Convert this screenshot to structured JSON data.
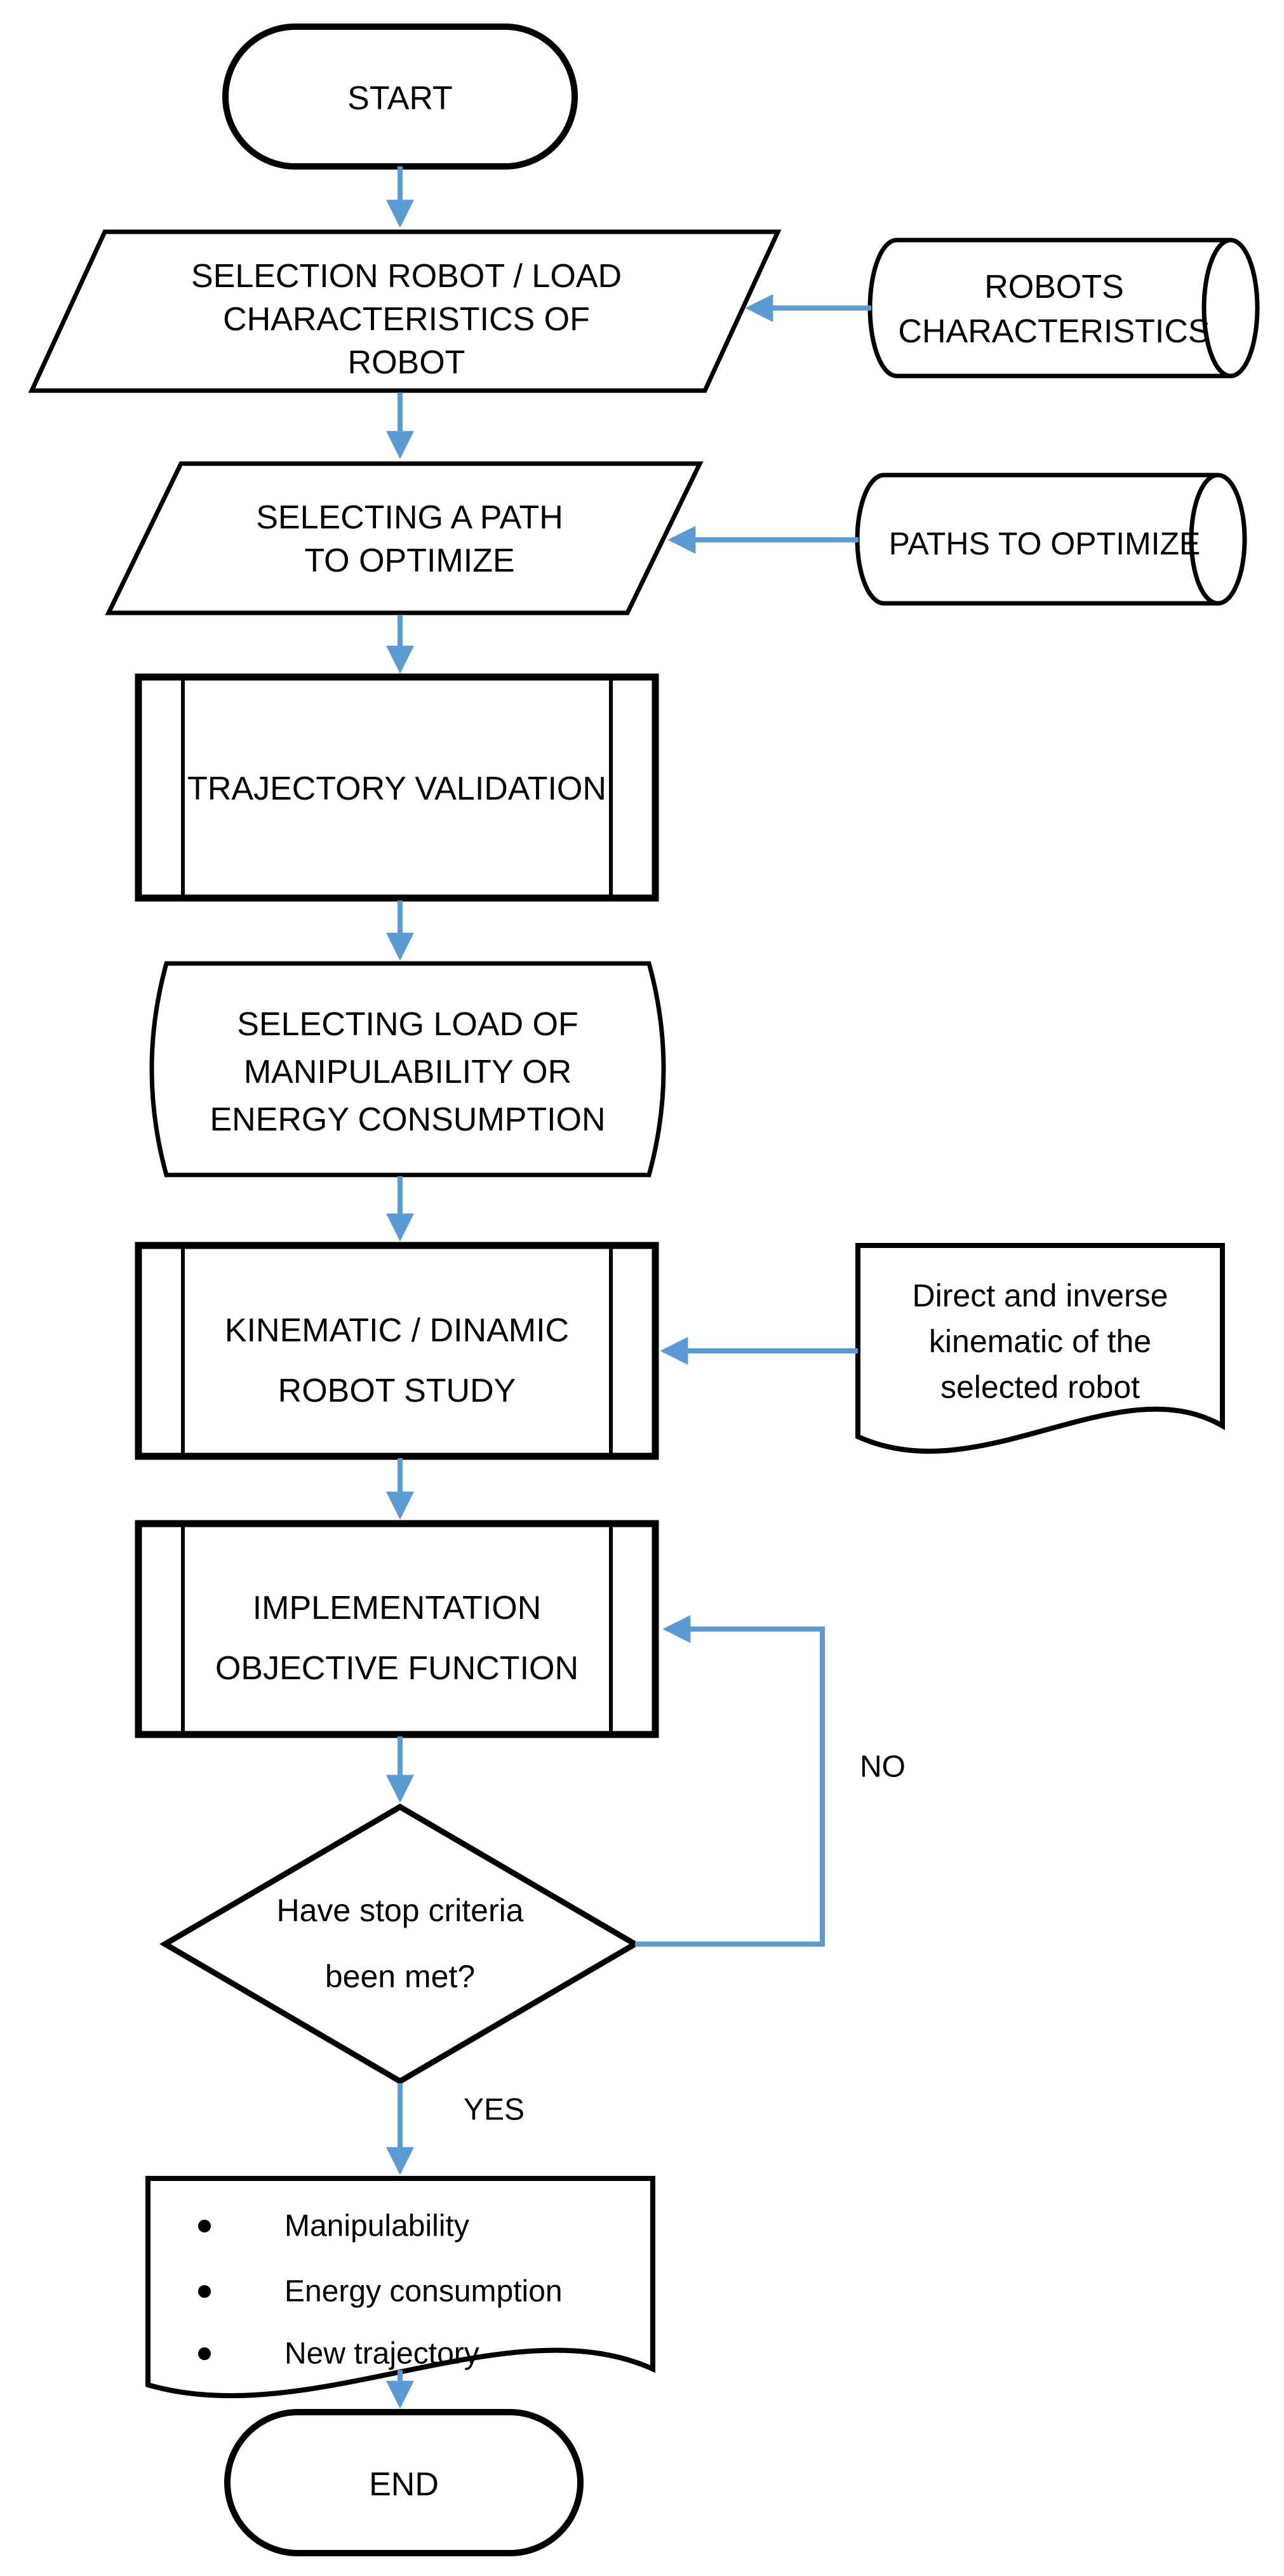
{
  "colors": {
    "connector_blue": "#5B9BD5",
    "shape_outline": "#000000",
    "background": "#FFFFFF",
    "text": "#000000"
  },
  "flowchart": {
    "start": {
      "label": "START"
    },
    "selection_robot": {
      "lines": [
        "SELECTION ROBOT / LOAD",
        "CHARACTERISTICS OF",
        "ROBOT"
      ]
    },
    "robots_characteristics": {
      "lines": [
        "ROBOTS",
        "CHARACTERISTICS"
      ]
    },
    "selecting_path": {
      "lines": [
        "SELECTING A PATH",
        "TO OPTIMIZE"
      ]
    },
    "paths_to_optimize": {
      "label": "PATHS TO OPTIMIZE"
    },
    "trajectory_validation": {
      "label": "TRAJECTORY VALIDATION"
    },
    "selecting_load": {
      "lines": [
        "SELECTING LOAD OF",
        "MANIPULABILITY OR",
        "ENERGY CONSUMPTION"
      ]
    },
    "kinematic_study": {
      "lines": [
        "KINEMATIC / DINAMIC",
        "ROBOT STUDY"
      ]
    },
    "kinematic_note": {
      "lines": [
        "Direct and inverse",
        "kinematic of the",
        "selected robot"
      ]
    },
    "implementation": {
      "lines": [
        "IMPLEMENTATION",
        "OBJECTIVE FUNCTION"
      ]
    },
    "decision": {
      "lines": [
        "Have stop criteria",
        "been met?"
      ]
    },
    "decision_no": "NO",
    "decision_yes": "YES",
    "results": {
      "items": [
        "Manipulability",
        "Energy consumption",
        "New trajectory"
      ]
    },
    "end": {
      "label": "END"
    }
  }
}
